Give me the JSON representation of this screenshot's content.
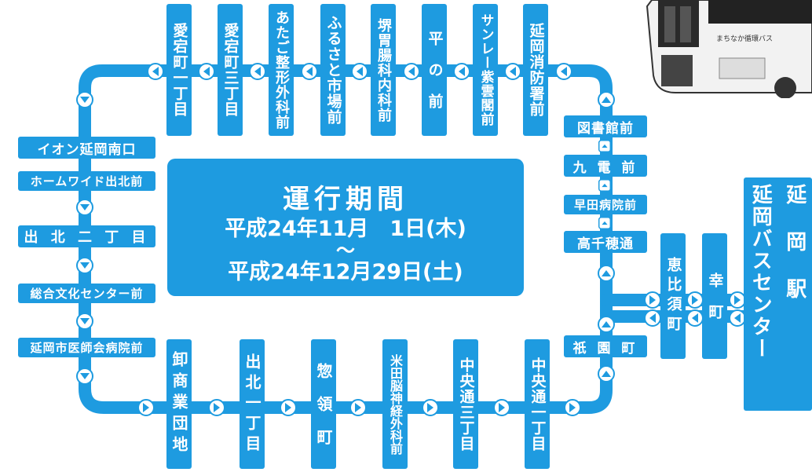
{
  "colors": {
    "route": "#1e9be0",
    "arrow_bg": "#ffffff",
    "text": "#ffffff"
  },
  "period": {
    "title": "運行期間",
    "start": "平成24年11月　1日(木)",
    "tilde": "～",
    "end": "平成24年12月29日(土)"
  },
  "terminal": {
    "label1": "延岡バスセンター",
    "label2": "延　岡　駅"
  },
  "top_stops": [
    "愛宕町一丁目",
    "愛宕町三丁目",
    "あたご整形外科前",
    "ふるさと市場前",
    "堺胃腸科内科前",
    "平　の　前",
    "サンレー紫雲閣前",
    "延岡消防署前"
  ],
  "left_stops": [
    "イオン延岡南口",
    "ホームワイド出北前",
    "出 北 二 丁 目",
    "総合文化センター前",
    "延岡市医師会病院前"
  ],
  "bottom_stops": [
    "卸商業団地",
    "出北一丁目",
    "惣　領　町",
    "米田脳神経外科前",
    "中央通三丁目",
    "中央通一丁目"
  ],
  "right_stops": [
    "図書館前",
    "九 電 前",
    "早田病院前",
    "高千穂通",
    "祇 園 町"
  ],
  "mid_stops": [
    "恵比須町",
    "幸　町"
  ],
  "bus_sign": {
    "text": "まちなか循環バス",
    "icon": "bus-photo"
  }
}
